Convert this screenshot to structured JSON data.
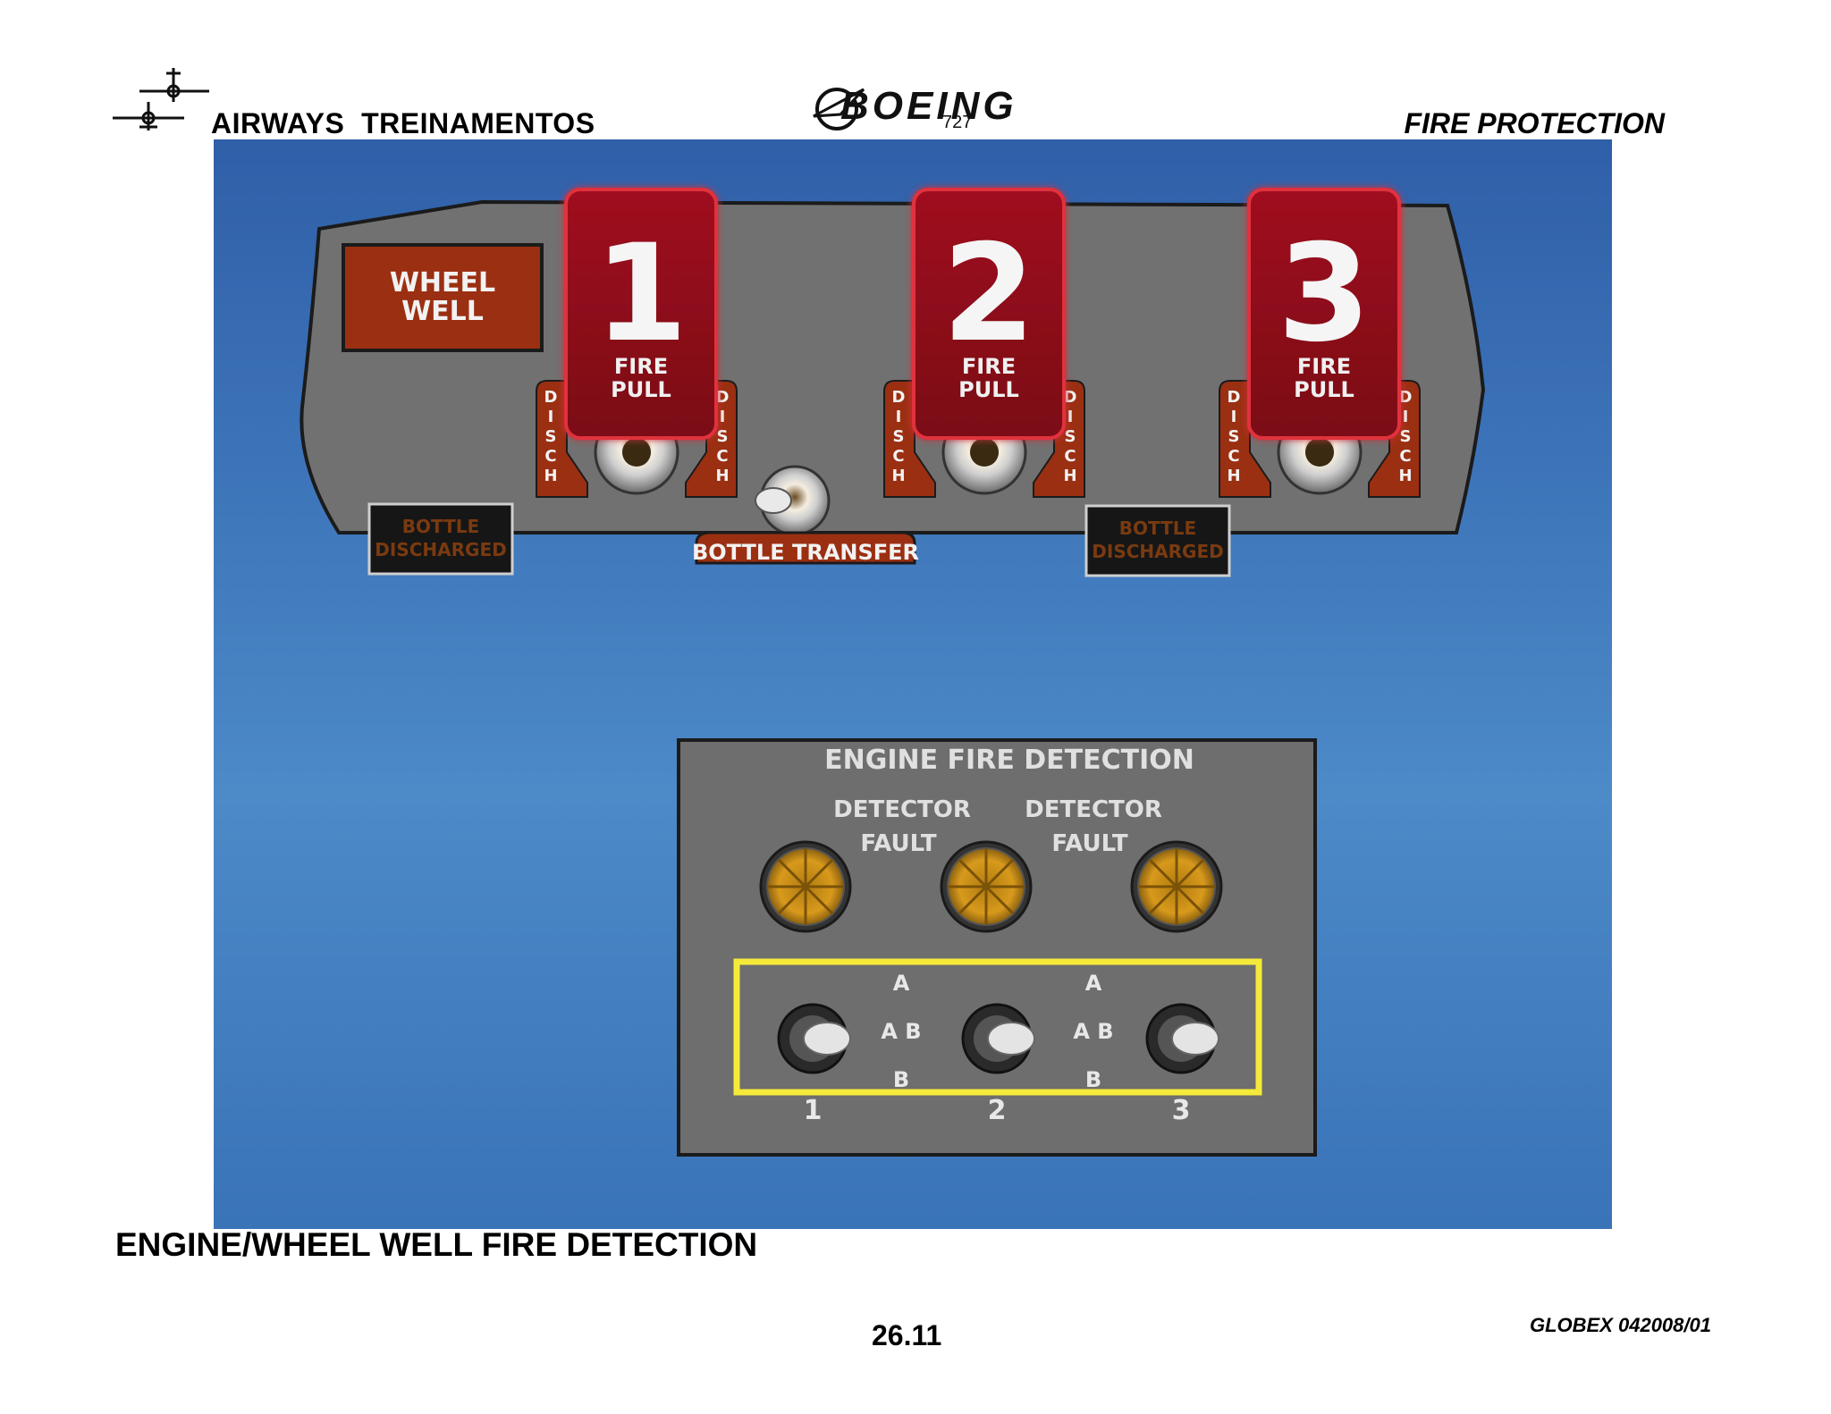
{
  "header": {
    "company": "AIRWAYS  TREINAMENTOS",
    "brand": "BOEING",
    "model": "727",
    "section": "FIRE PROTECTION"
  },
  "panel_top": {
    "wheel_well": [
      "WHEEL",
      "WELL"
    ],
    "handles": [
      {
        "number": "1",
        "label": [
          "FIRE",
          "PULL"
        ]
      },
      {
        "number": "2",
        "label": [
          "FIRE",
          "PULL"
        ]
      },
      {
        "number": "3",
        "label": [
          "FIRE",
          "PULL"
        ]
      }
    ],
    "disch_label": "DISCH",
    "bottle_discharged": [
      "BOTTLE",
      "DISCHARGED"
    ],
    "bottle_transfer": "BOTTLE TRANSFER"
  },
  "panel_detection": {
    "title": "ENGINE FIRE DETECTION",
    "fault_label": [
      "DETECTOR",
      "FAULT"
    ],
    "switch_positions": {
      "top": "A",
      "middle": "A B",
      "bottom": "B"
    },
    "switch_numbers": [
      "1",
      "2",
      "3"
    ]
  },
  "caption": "ENGINE/WHEEL WELL FIRE DETECTION",
  "page_number": "26.11",
  "doc_code": "GLOBEX 042008/01"
}
